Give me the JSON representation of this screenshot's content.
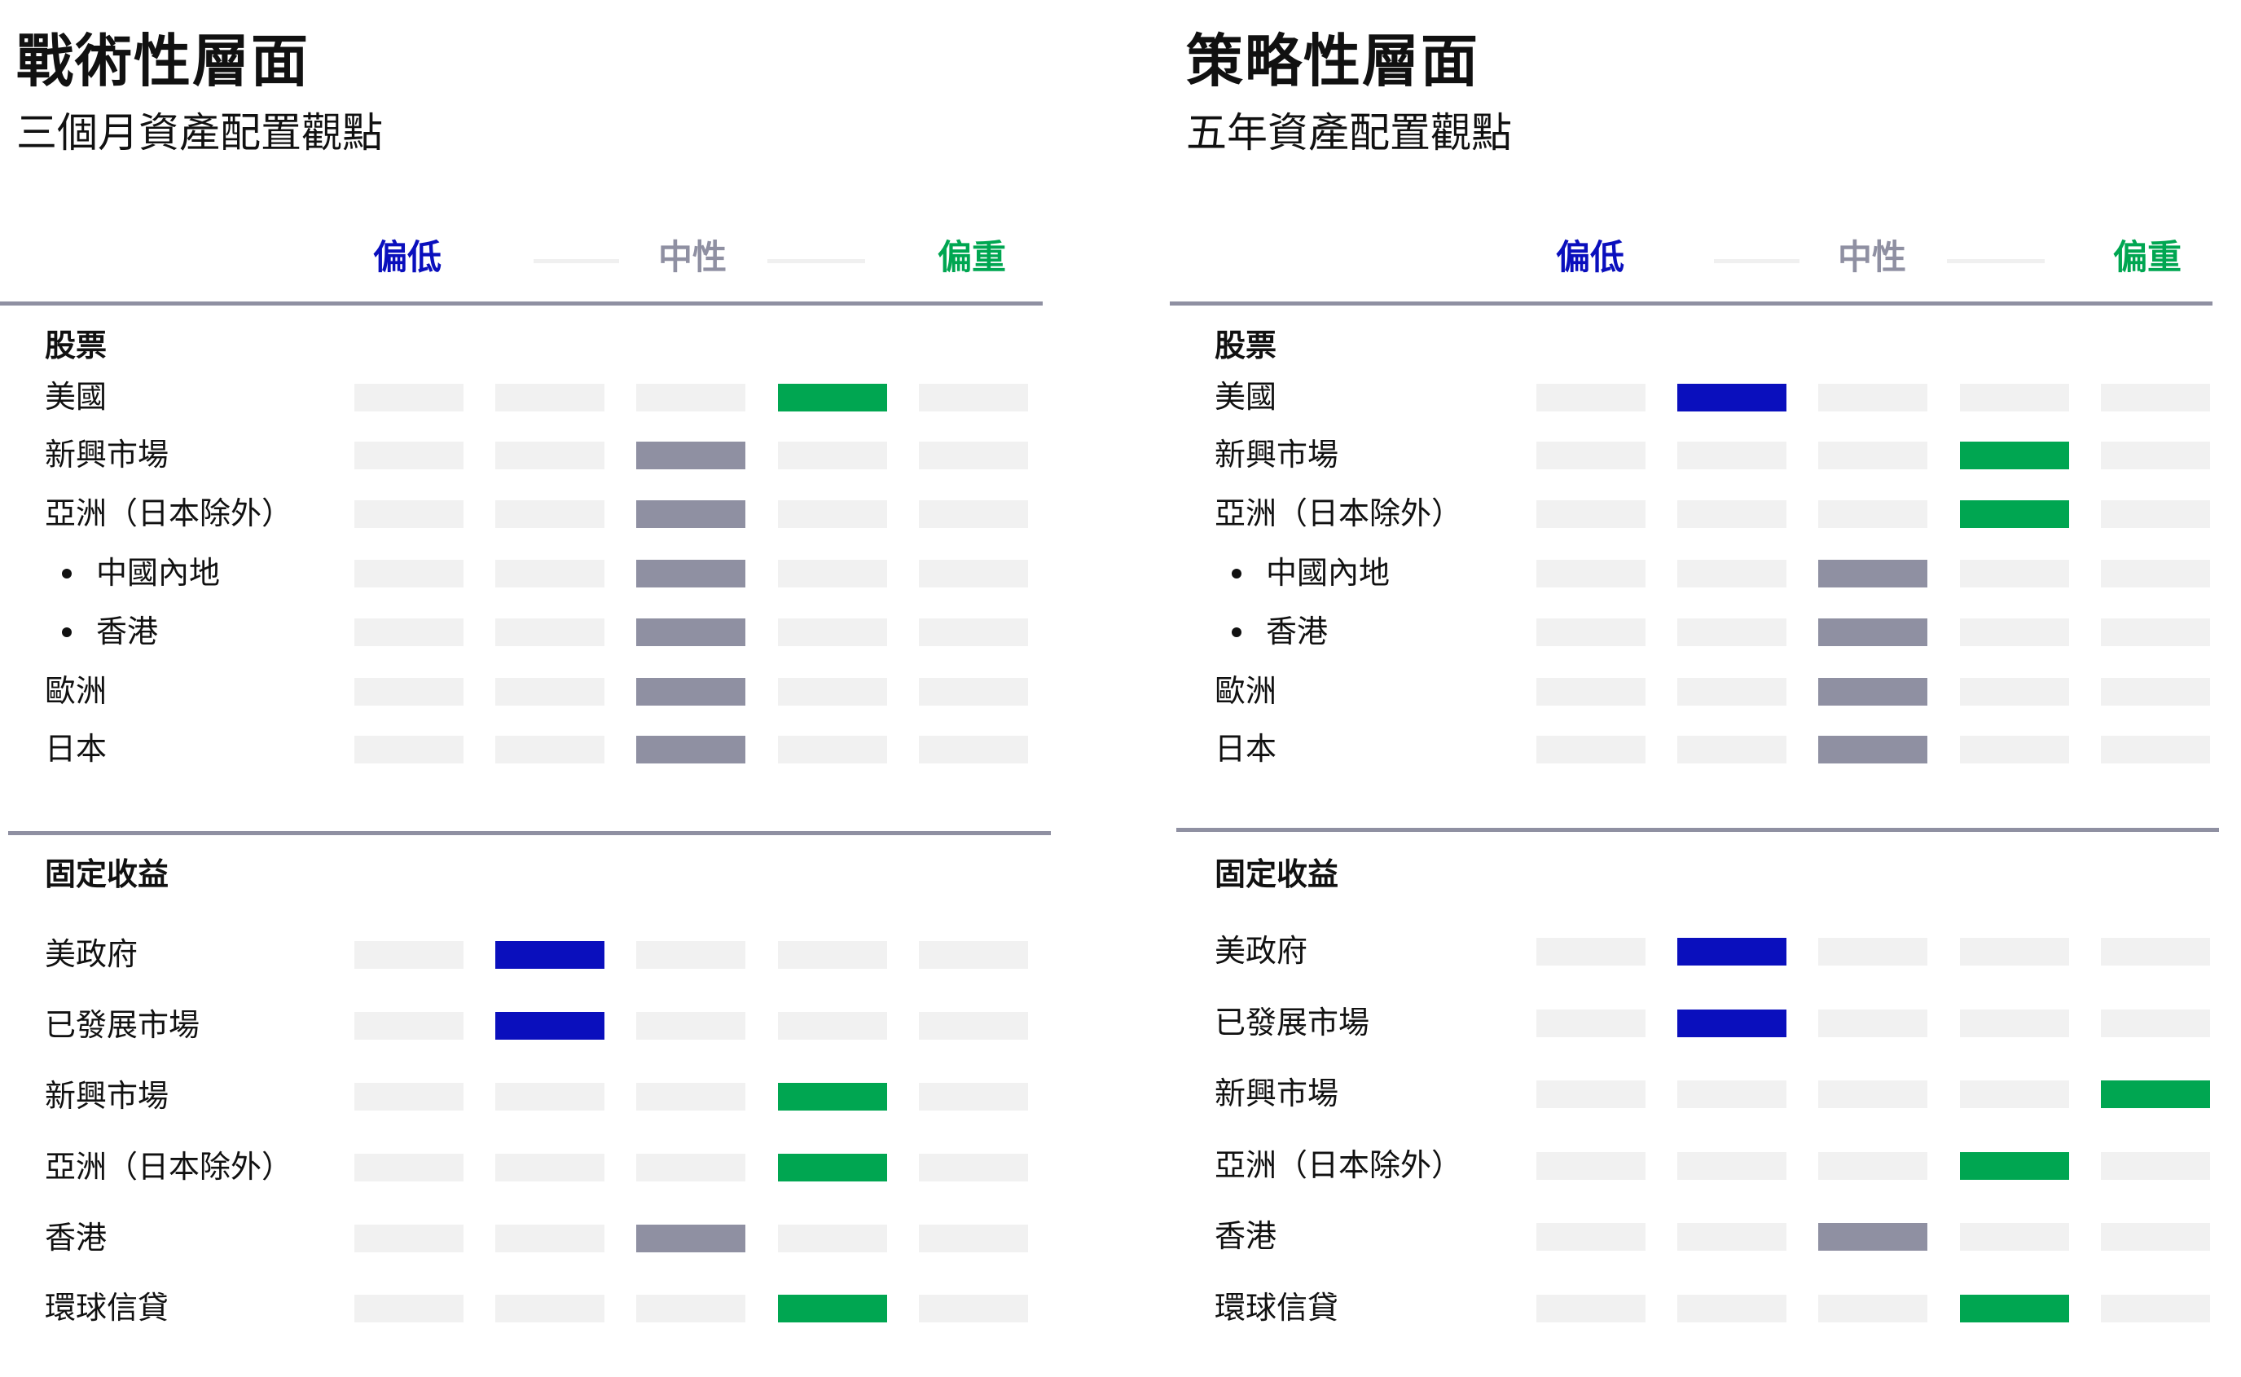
{
  "colors": {
    "underweight": "#0a0fbd",
    "neutral": "#8f90a2",
    "overweight": "#00a651",
    "empty": "#f1f1f1",
    "rule": "#8f90a2"
  },
  "scale": {
    "low": "偏低",
    "mid": "中性",
    "high": "偏重"
  },
  "chart_data": [
    {
      "type": "table",
      "title": "戰術性層面",
      "subtitle": "三個月資產配置觀點",
      "levels": [
        "偏低",
        "",
        "中性",
        "",
        "偏重"
      ],
      "sections": [
        {
          "title": "股票",
          "rows": [
            {
              "label": "美國",
              "sub": false,
              "position": 4,
              "tone": "over"
            },
            {
              "label": "新興市場",
              "sub": false,
              "position": 3,
              "tone": "neutral"
            },
            {
              "label": "亞洲（日本除外）",
              "sub": false,
              "position": 3,
              "tone": "neutral"
            },
            {
              "label": "中國內地",
              "sub": true,
              "position": 3,
              "tone": "neutral"
            },
            {
              "label": "香港",
              "sub": true,
              "position": 3,
              "tone": "neutral"
            },
            {
              "label": "歐洲",
              "sub": false,
              "position": 3,
              "tone": "neutral"
            },
            {
              "label": "日本",
              "sub": false,
              "position": 3,
              "tone": "neutral"
            }
          ]
        },
        {
          "title": "固定收益",
          "rows": [
            {
              "label": "美政府",
              "sub": false,
              "position": 2,
              "tone": "under"
            },
            {
              "label": "已發展市場",
              "sub": false,
              "position": 2,
              "tone": "under"
            },
            {
              "label": "新興市場",
              "sub": false,
              "position": 4,
              "tone": "over"
            },
            {
              "label": "亞洲（日本除外）",
              "sub": false,
              "position": 4,
              "tone": "over"
            },
            {
              "label": "香港",
              "sub": false,
              "position": 3,
              "tone": "neutral"
            },
            {
              "label": "環球信貸",
              "sub": false,
              "position": 4,
              "tone": "over"
            }
          ]
        }
      ]
    },
    {
      "type": "table",
      "title": "策略性層面",
      "subtitle": "五年資產配置觀點",
      "levels": [
        "偏低",
        "",
        "中性",
        "",
        "偏重"
      ],
      "sections": [
        {
          "title": "股票",
          "rows": [
            {
              "label": "美國",
              "sub": false,
              "position": 2,
              "tone": "under"
            },
            {
              "label": "新興市場",
              "sub": false,
              "position": 4,
              "tone": "over"
            },
            {
              "label": "亞洲（日本除外）",
              "sub": false,
              "position": 4,
              "tone": "over"
            },
            {
              "label": "中國內地",
              "sub": true,
              "position": 3,
              "tone": "neutral"
            },
            {
              "label": "香港",
              "sub": true,
              "position": 3,
              "tone": "neutral"
            },
            {
              "label": "歐洲",
              "sub": false,
              "position": 3,
              "tone": "neutral"
            },
            {
              "label": "日本",
              "sub": false,
              "position": 3,
              "tone": "neutral"
            }
          ]
        },
        {
          "title": "固定收益",
          "rows": [
            {
              "label": "美政府",
              "sub": false,
              "position": 2,
              "tone": "under"
            },
            {
              "label": "已發展市場",
              "sub": false,
              "position": 2,
              "tone": "under"
            },
            {
              "label": "新興市場",
              "sub": false,
              "position": 5,
              "tone": "over"
            },
            {
              "label": "亞洲（日本除外）",
              "sub": false,
              "position": 4,
              "tone": "over"
            },
            {
              "label": "香港",
              "sub": false,
              "position": 3,
              "tone": "neutral"
            },
            {
              "label": "環球信貸",
              "sub": false,
              "position": 4,
              "tone": "over"
            }
          ]
        }
      ]
    }
  ]
}
